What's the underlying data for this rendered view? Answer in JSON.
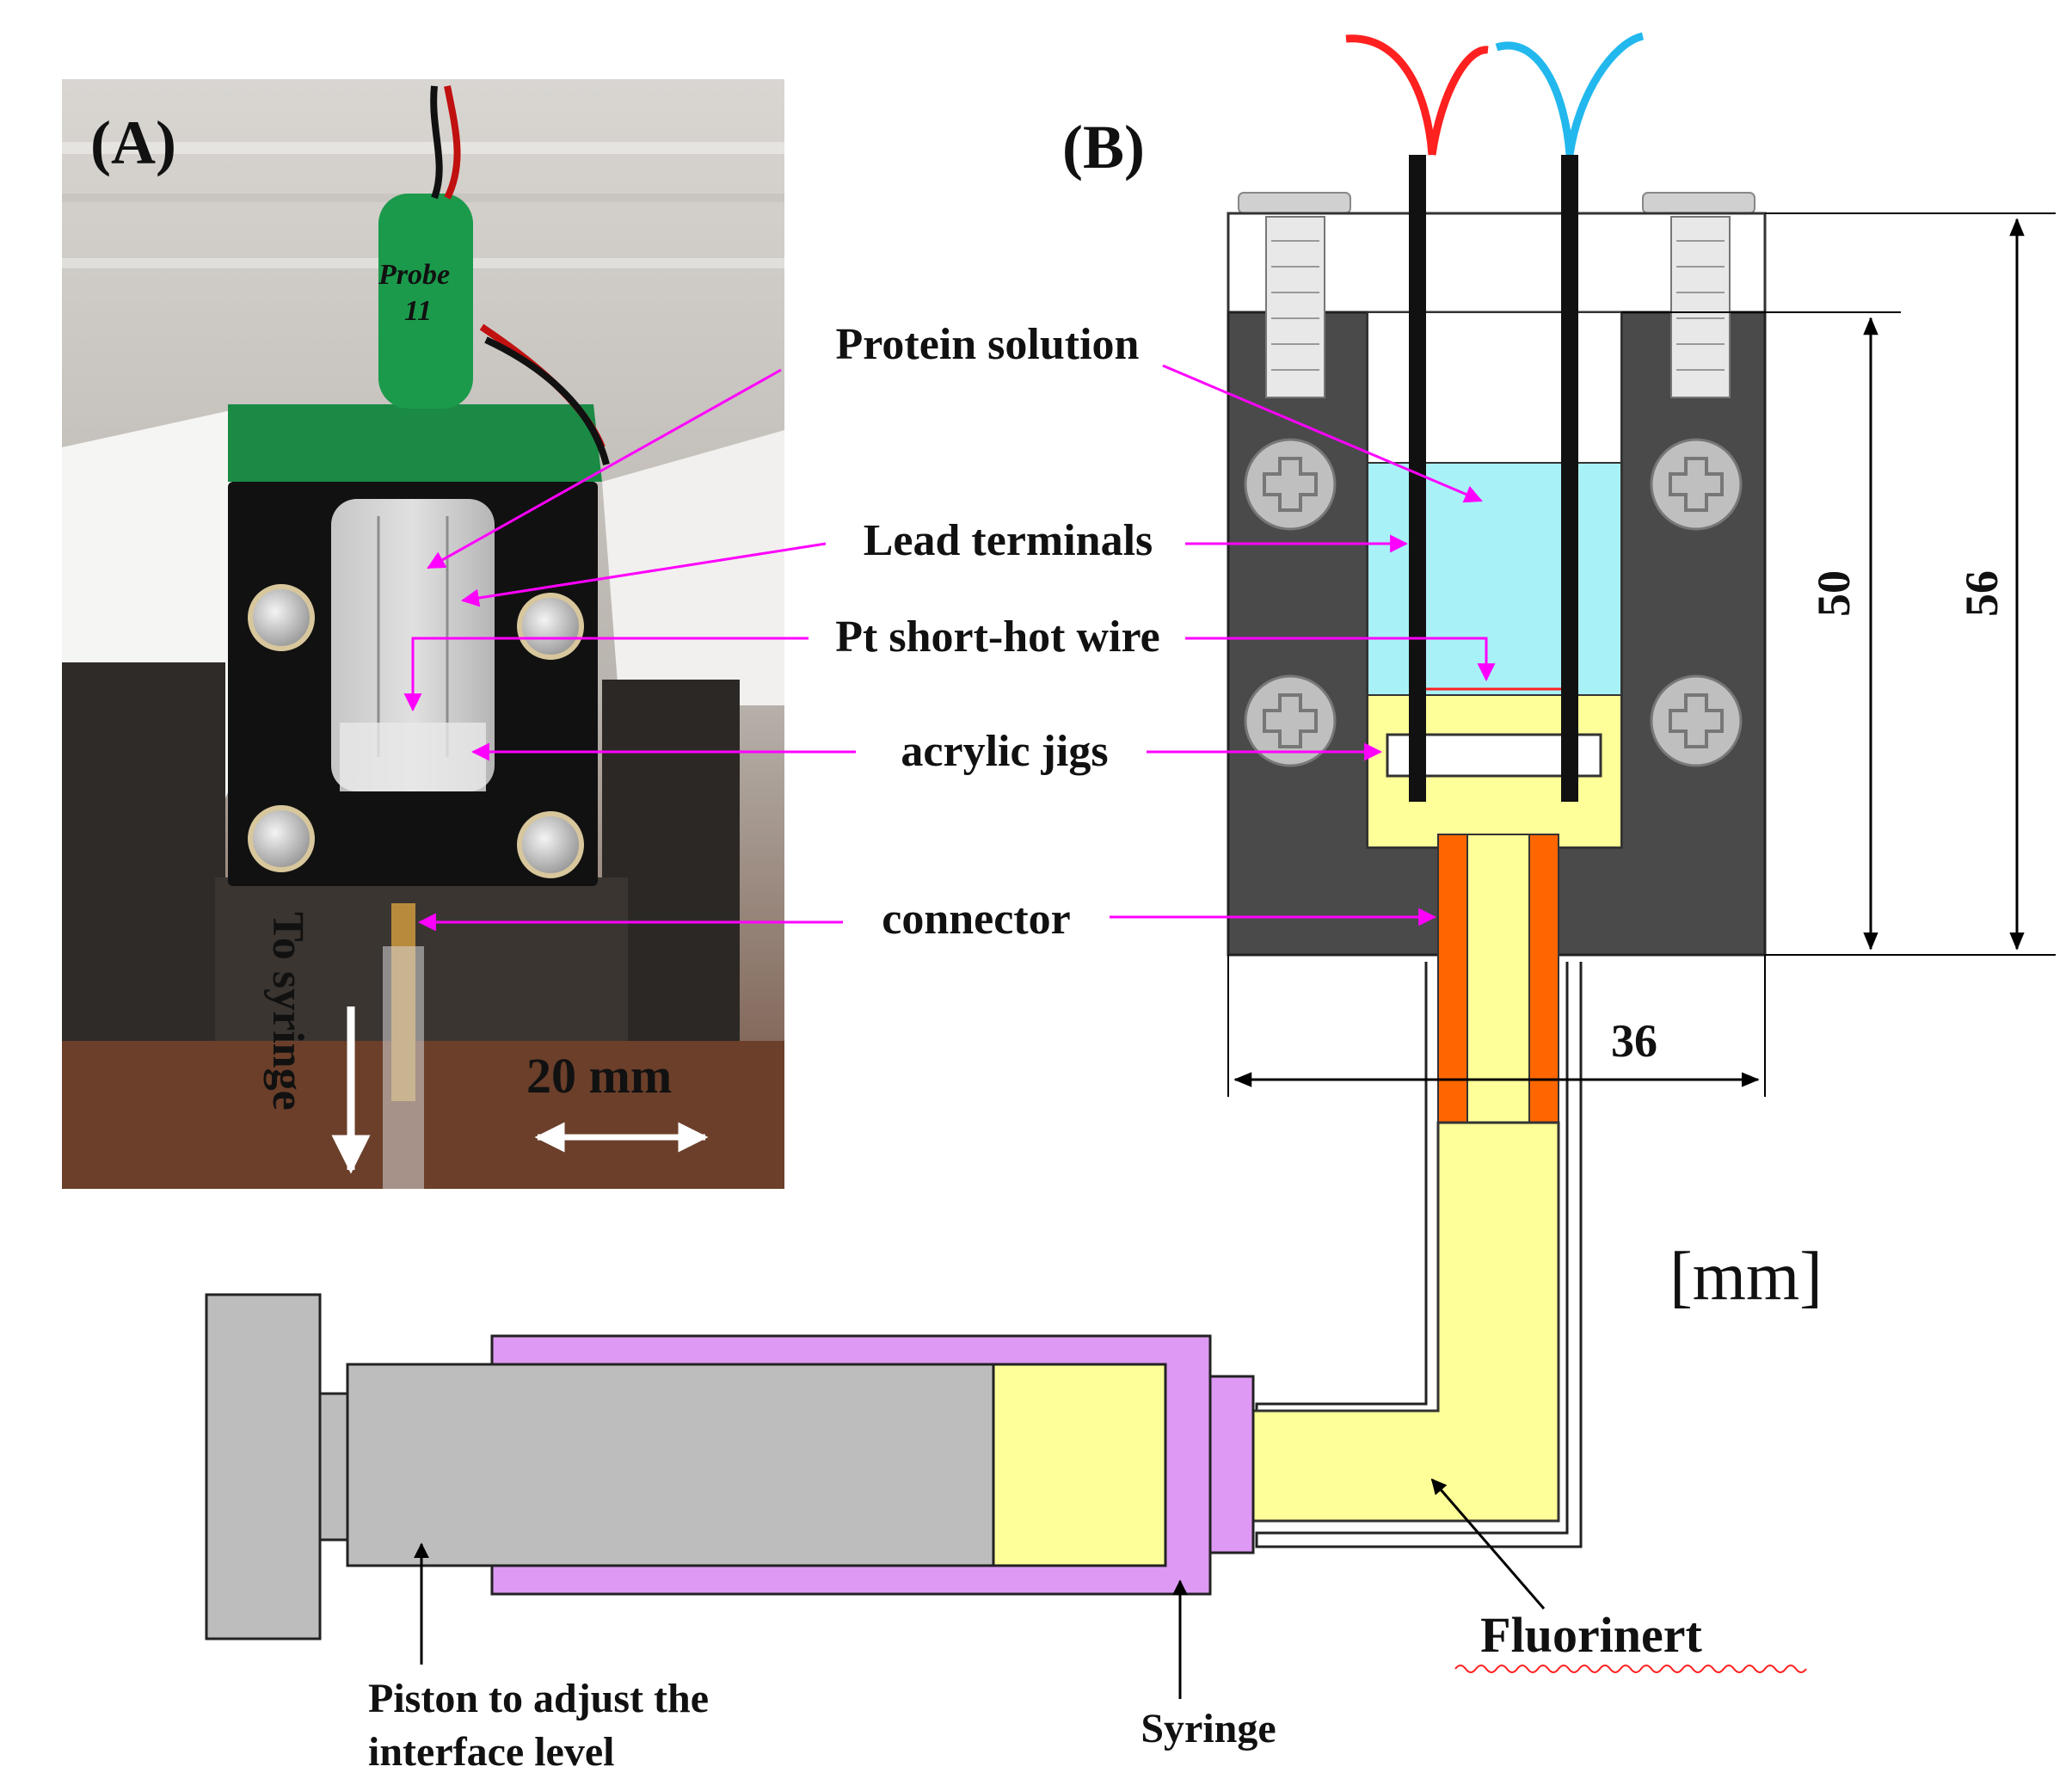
{
  "panels": {
    "a_label": "(A)",
    "b_label": "(B)"
  },
  "photo": {
    "probe_handwriting_1": "Probe",
    "probe_handwriting_2": "11",
    "to_syringe": "To syringe",
    "scale": "20 mm"
  },
  "callouts": {
    "protein_solution": "Protein solution",
    "lead_terminals": "Lead terminals",
    "pt_wire": "Pt short-hot wire",
    "acrylic_jigs": "acrylic jigs",
    "connector": "connector"
  },
  "dimensions": {
    "height_inner": "50",
    "height_outer": "56",
    "width": "36",
    "unit": "[mm]"
  },
  "syringe_labels": {
    "piston_line1": "Piston to adjust the",
    "piston_line2": "interface level",
    "syringe": "Syringe",
    "fluorinert": "Fluorinert"
  },
  "colors": {
    "callout_arrow": "#ff00ff",
    "protein_solution": "#a8f2f7",
    "fluorinert": "#ffff99",
    "cell_body": "#4a4a4a",
    "syringe_body": "#dd99f3",
    "connector": "#ff6600",
    "lead_red": "#ff2020",
    "lead_blue": "#22b8ee",
    "piston": "#bdbdbd"
  }
}
